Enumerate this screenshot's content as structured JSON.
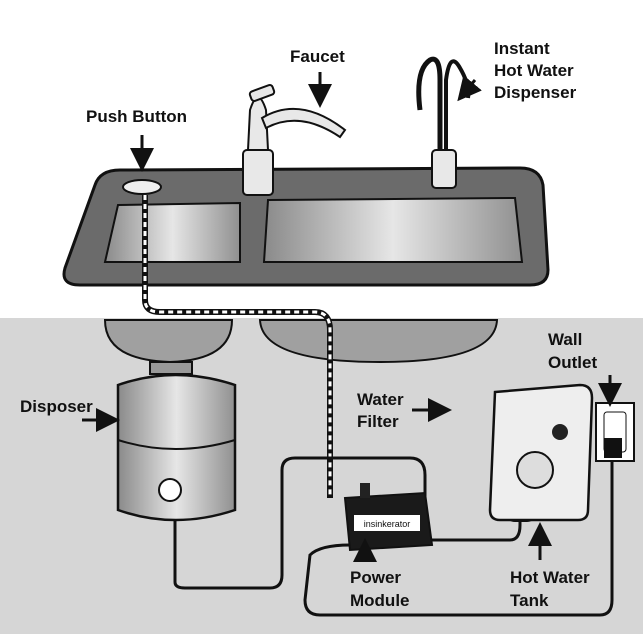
{
  "labels": {
    "faucet": "Faucet",
    "hot_water_dispenser": [
      "Instant",
      "Hot Water",
      "Dispenser"
    ],
    "push_button": "Push Button",
    "disposer": "Disposer",
    "water_filter": [
      "Water",
      "Filter"
    ],
    "wall_outlet": [
      "Wall",
      "Outlet"
    ],
    "power_module": [
      "Power",
      "Module"
    ],
    "hot_water_tank": [
      "Hot Water",
      "Tank"
    ]
  },
  "brand": "insinkerator",
  "colors": {
    "countertop": "#6b6b6b",
    "cabinet": "#d6d6d6",
    "steel": "#b8b8b8"
  }
}
